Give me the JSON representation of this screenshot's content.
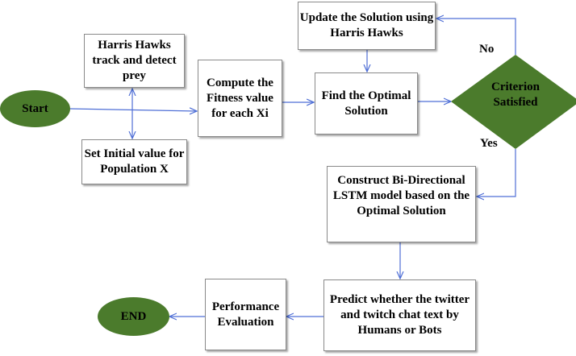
{
  "colors": {
    "terminal_fill": "#4b7b2c",
    "arrow": "#4f6fd6",
    "box_border": "#8a8a8a"
  },
  "nodes": {
    "start": "Start",
    "harris_track": "Harris Hawks track and detect prey",
    "set_initial": "Set Initial value for Population X",
    "compute_fitness": "Compute the Fitness value for each Xi",
    "update_solution": "Update the Solution using Harris Hawks",
    "find_optimal": "Find the Optimal Solution",
    "criterion": "Criterion Satisfied",
    "construct_lstm": "Construct Bi-Directional LSTM model based on the Optimal Solution",
    "predict": "Predict whether the twitter and twitch chat text by Humans or Bots",
    "performance": "Performance Evaluation",
    "end": "END"
  },
  "edge_labels": {
    "no": "No",
    "yes": "Yes"
  }
}
